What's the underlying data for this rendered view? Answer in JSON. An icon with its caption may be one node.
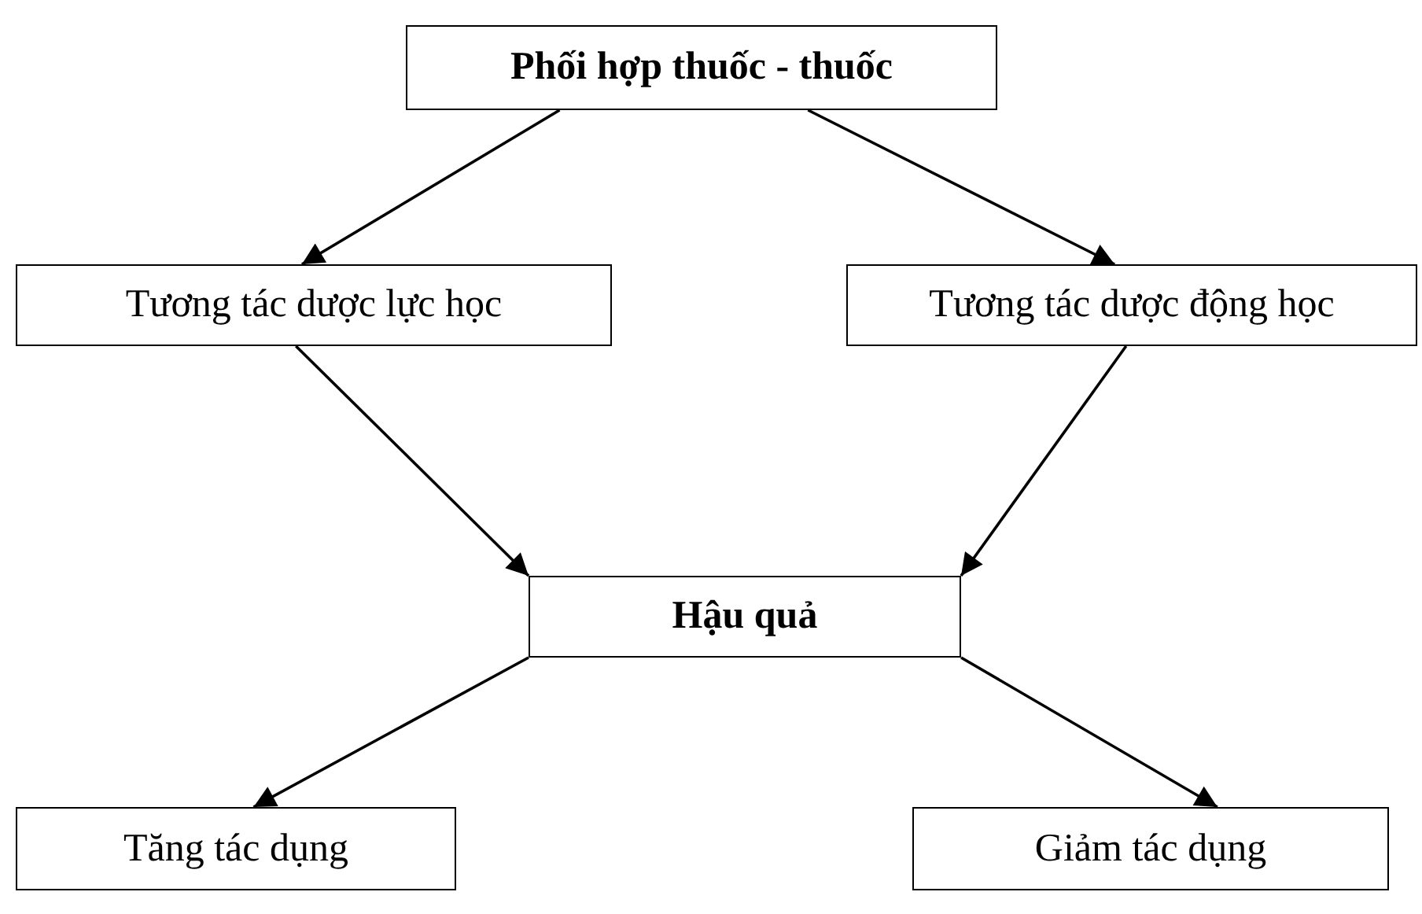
{
  "diagram": {
    "nodes": [
      {
        "text": [
          "Phối hợp thuốc - thuốc"
        ]
      },
      {
        "text": [
          "Tương tác dược lực học"
        ]
      },
      {
        "text": [
          "Tương tác dược động học"
        ]
      },
      {
        "text": [
          "Hậu quả"
        ]
      },
      {
        "text": [
          "Tăng tác dụng"
        ]
      },
      {
        "text": [
          "Giảm tác dụng"
        ]
      }
    ],
    "edges": [
      {
        "from": 0,
        "to": 1,
        "arrow": "to"
      },
      {
        "from": 0,
        "to": 2,
        "arrow": "to"
      },
      {
        "from": 1,
        "to": 3,
        "arrow": "to"
      },
      {
        "from": 2,
        "to": 3,
        "arrow": "to"
      },
      {
        "from": 3,
        "to": 4,
        "arrow": "to"
      },
      {
        "from": 3,
        "to": 5,
        "arrow": "to"
      }
    ]
  }
}
